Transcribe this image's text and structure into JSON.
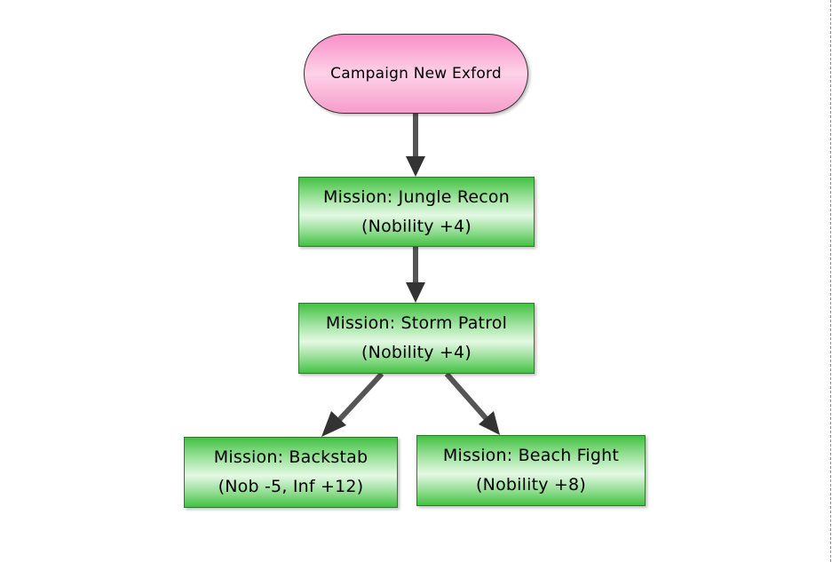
{
  "diagram": {
    "type": "flowchart",
    "colors": {
      "start_fill": "#f98fc6",
      "mission_fill": "#42c142",
      "arrow": "#505050",
      "arrowhead": "#333333",
      "page_border": "#8a8a8a"
    },
    "nodes": [
      {
        "id": "campaign",
        "shape": "rounded",
        "lines": [
          "Campaign New Exford"
        ]
      },
      {
        "id": "jungle-recon",
        "shape": "rect",
        "lines": [
          "Mission: Jungle Recon",
          "(Nobility +4)"
        ]
      },
      {
        "id": "storm-patrol",
        "shape": "rect",
        "lines": [
          "Mission: Storm Patrol",
          "(Nobility +4)"
        ]
      },
      {
        "id": "backstab",
        "shape": "rect",
        "lines": [
          "Mission: Backstab",
          "(Nob -5, Inf +12)"
        ]
      },
      {
        "id": "beach-fight",
        "shape": "rect",
        "lines": [
          "Mission: Beach Fight",
          "(Nobility +8)"
        ]
      }
    ],
    "edges": [
      {
        "from": "campaign",
        "to": "jungle-recon"
      },
      {
        "from": "jungle-recon",
        "to": "storm-patrol"
      },
      {
        "from": "storm-patrol",
        "to": "backstab"
      },
      {
        "from": "storm-patrol",
        "to": "beach-fight"
      }
    ]
  }
}
